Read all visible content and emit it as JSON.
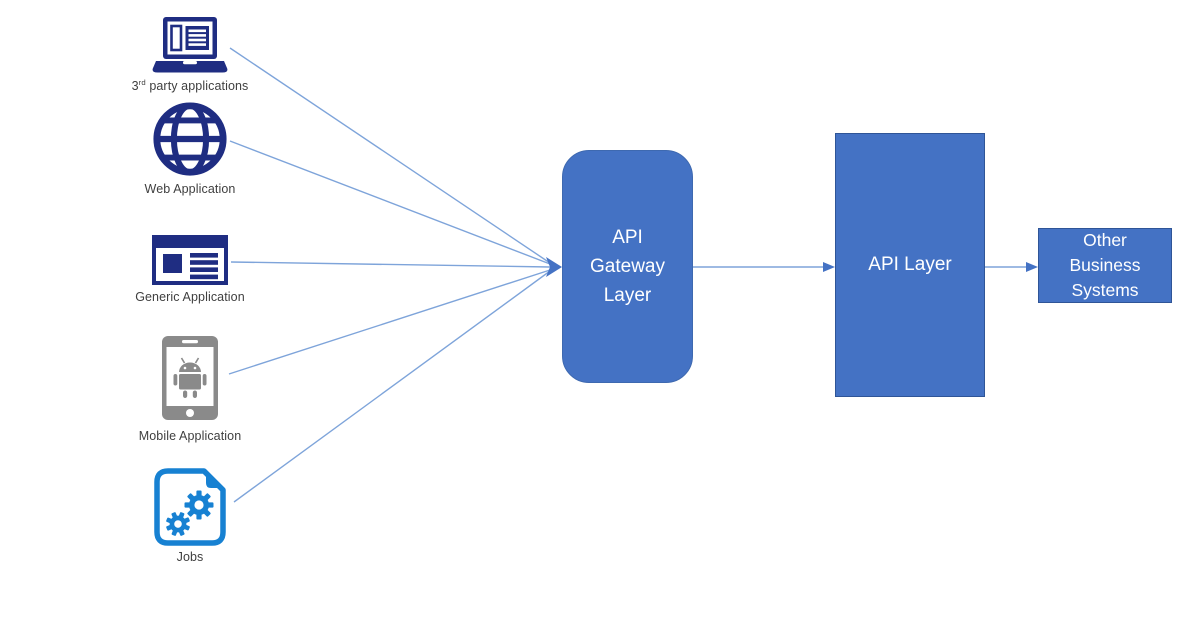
{
  "diagram": {
    "title": "API architecture flow diagram",
    "sources": [
      {
        "id": "third-party-applications",
        "icon": "laptop-icon",
        "label_base": "3",
        "label_sup": "rd",
        "label_rest": " party applications"
      },
      {
        "id": "web-application",
        "icon": "globe-icon",
        "label": "Web Application"
      },
      {
        "id": "generic-application",
        "icon": "app-window-icon",
        "label": "Generic Application"
      },
      {
        "id": "mobile-application",
        "icon": "smartphone-icon",
        "label": "Mobile Application"
      },
      {
        "id": "jobs",
        "icon": "document-gears-icon",
        "label": "Jobs"
      }
    ],
    "nodes": {
      "gateway": {
        "label": "API Gateway Layer"
      },
      "api_layer": {
        "label": "API Layer"
      },
      "other_systems": {
        "label": "Other Business Systems"
      }
    },
    "colors": {
      "node_fill": "#4472C4",
      "node_border": "#2F5597",
      "node_border_soft": "#3E69B0",
      "node_text": "#FFFFFF",
      "connector_line": "#7EA4DA",
      "arrowhead": "#4472C4",
      "navy_icon": "#1F2D82",
      "gray_icon": "#8A8A8A",
      "jobs_icon": "#1781D2",
      "label_text": "#3F3F3F"
    }
  }
}
